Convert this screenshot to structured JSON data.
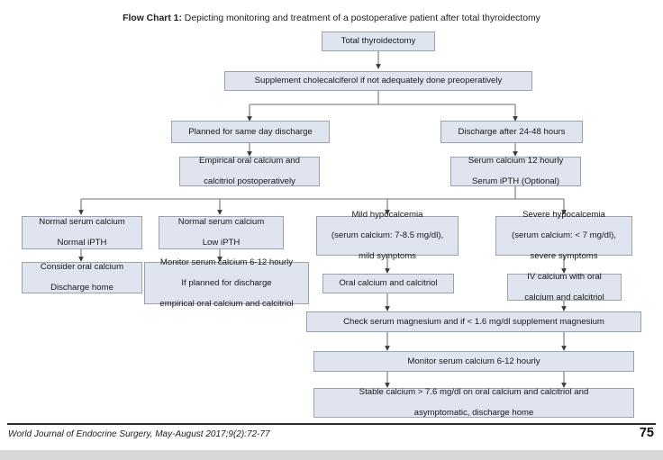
{
  "document": {
    "title_prefix": "Flow Chart 1:",
    "title_text": " Depicting monitoring and treatment of a postoperative patient after total thyroidectomy",
    "footer_citation": "World Journal of Endocrine Surgery, May-August 2017;9(2):72-77",
    "page_number": "75"
  },
  "colors": {
    "node_fill": "#dfe4ee",
    "node_border": "#9aa3ad",
    "edge": "#3a3a3a",
    "page_background": "#ffffff"
  },
  "chart_data": {
    "type": "diagram",
    "title": "Flow Chart 1: Depicting monitoring and treatment of a postoperative patient after total thyroidectomy",
    "nodes": [
      {
        "id": "n1",
        "label": "Total thyroidectomy"
      },
      {
        "id": "n2",
        "label": "Supplement cholecalciferol if not adequately done preoperatively"
      },
      {
        "id": "n3",
        "label": "Planned for same day discharge"
      },
      {
        "id": "n4",
        "label": "Discharge after 24-48 hours"
      },
      {
        "id": "n5",
        "label": "Empirical oral calcium and calcitriol postoperatively"
      },
      {
        "id": "n6",
        "label": "Serum calcium 12 hourly Serum iPTH (Optional)"
      },
      {
        "id": "n7",
        "label": "Normal serum calcium Normal iPTH"
      },
      {
        "id": "n8",
        "label": "Normal serum calcium Low iPTH"
      },
      {
        "id": "n9",
        "label": "Mild hypocalcemia (serum calcium: 7-8.5 mg/dl), mild symptoms"
      },
      {
        "id": "n10",
        "label": "Severe hypocalcemia (serum calcium: < 7 mg/dl), severe symptoms"
      },
      {
        "id": "n11",
        "label": "Consider oral calcium Discharge home"
      },
      {
        "id": "n12",
        "label": "Monitor serum calcium 6-12 hourly If planned for discharge empirical oral calcium and calcitriol"
      },
      {
        "id": "n13",
        "label": "Oral calcium and calcitriol"
      },
      {
        "id": "n14",
        "label": "IV calcium with oral calcium and calcitriol"
      },
      {
        "id": "n15",
        "label": "Check serum magnesium and if < 1.6 mg/dl supplement magnesium"
      },
      {
        "id": "n16",
        "label": "Monitor serum calcium 6-12 hourly"
      },
      {
        "id": "n17",
        "label": "Stable calcium > 7.6 mg/dl on oral calcium and calcitriol and asymptomatic, discharge home"
      }
    ],
    "edges": [
      {
        "from": "n1",
        "to": "n2"
      },
      {
        "from": "n2",
        "to": "n3"
      },
      {
        "from": "n2",
        "to": "n4"
      },
      {
        "from": "n3",
        "to": "n5"
      },
      {
        "from": "n4",
        "to": "n6"
      },
      {
        "from": "n6",
        "to": "n7"
      },
      {
        "from": "n6",
        "to": "n8"
      },
      {
        "from": "n6",
        "to": "n9"
      },
      {
        "from": "n6",
        "to": "n10"
      },
      {
        "from": "n7",
        "to": "n11"
      },
      {
        "from": "n8",
        "to": "n12"
      },
      {
        "from": "n9",
        "to": "n13"
      },
      {
        "from": "n10",
        "to": "n14"
      },
      {
        "from": "n13",
        "to": "n15"
      },
      {
        "from": "n14",
        "to": "n15"
      },
      {
        "from": "n15",
        "to": "n16"
      },
      {
        "from": "n16",
        "to": "n17"
      }
    ]
  },
  "nodes": {
    "n1": {
      "lines": [
        "Total thyroidectomy"
      ]
    },
    "n2": {
      "lines": [
        "Supplement cholecalciferol if not adequately done preoperatively"
      ]
    },
    "n3": {
      "lines": [
        "Planned for same day discharge"
      ]
    },
    "n4": {
      "lines": [
        "Discharge after 24-48 hours"
      ]
    },
    "n5": {
      "line1": "Empirical oral calcium and",
      "line2": "calcitriol postoperatively"
    },
    "n6": {
      "line1": "Serum calcium 12 hourly",
      "line2": "Serum iPTH (Optional)"
    },
    "n7": {
      "line1": "Normal serum calcium",
      "line2": "Normal iPTH"
    },
    "n8": {
      "line1": "Normal serum calcium",
      "line2": "Low iPTH"
    },
    "n9": {
      "line1": "Mild hypocalcemia",
      "line2": "(serum calcium: 7-8.5 mg/dl),",
      "line3": "mild symptoms"
    },
    "n10": {
      "line1": "Severe hypocalcemia",
      "line2": "(serum calcium: < 7 mg/dl),",
      "line3": "severe symptoms"
    },
    "n11": {
      "line1": "Consider oral calcium",
      "line2": "Discharge home"
    },
    "n12": {
      "line1": "Monitor serum calcium 6-12 hourly",
      "line2": "If planned for discharge",
      "line3": "empirical oral calcium and calcitriol"
    },
    "n13": {
      "line1": "Oral calcium and calcitriol"
    },
    "n14": {
      "line1": "IV calcium with oral",
      "line2": "calcium and calcitriol"
    },
    "n15": {
      "line1": "Check serum magnesium and if < 1.6 mg/dl supplement magnesium"
    },
    "n16": {
      "line1": "Monitor serum calcium 6-12 hourly"
    },
    "n17": {
      "line1": "Stable calcium > 7.6 mg/dl on oral calcium and calcitriol and",
      "line2": "asymptomatic, discharge home"
    }
  }
}
